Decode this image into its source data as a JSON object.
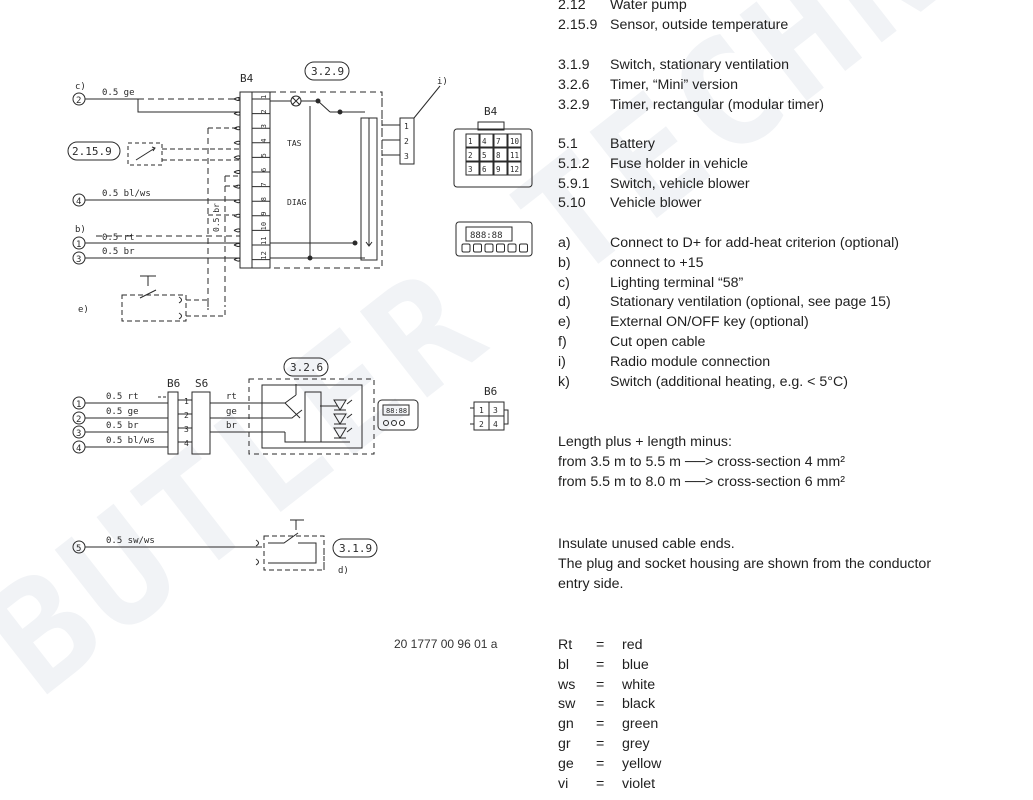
{
  "watermark": "BUTLER TECHNIK",
  "components": {
    "connector_b4_label": "B4",
    "connector_b4_right_label": "B4",
    "connector_b6_label": "B6",
    "connector_s6_label": "S6",
    "connector_b6_right_label": "B6",
    "ref_329": "3.2.9",
    "ref_326": "3.2.6",
    "ref_319": "3.1.9",
    "ref_2159": "2.15.9",
    "tas": "TAS",
    "diag": "DIAG",
    "wire_05_br_vertical": "0.5 br"
  },
  "wires_top": [
    {
      "num": "2",
      "letter": "c)",
      "label": "0.5 ge"
    },
    {
      "num": "4",
      "letter": "",
      "label": "0.5 bl/ws"
    },
    {
      "num": "1",
      "letter": "b)",
      "label": "0.5 rt"
    },
    {
      "num": "3",
      "letter": "",
      "label": "0.5 br"
    }
  ],
  "wires_mid": [
    {
      "num": "1",
      "label": "0.5 rt",
      "pin": "1",
      "color": "rt"
    },
    {
      "num": "2",
      "label": "0.5 ge",
      "pin": "2",
      "color": "ge"
    },
    {
      "num": "3",
      "label": "0.5 br",
      "pin": "3",
      "color": "br"
    },
    {
      "num": "4",
      "label": "0.5 bl/ws",
      "pin": "4",
      "color": ""
    }
  ],
  "wire_bottom": {
    "num": "5",
    "label": "0.5 sw/ws",
    "letter": "d)"
  },
  "letters": {
    "e": "e)",
    "i": "i)"
  },
  "b4_pins": [
    "1",
    "2",
    "3",
    "4",
    "5",
    "6",
    "7",
    "8",
    "9",
    "10",
    "11",
    "12"
  ],
  "b4_grid": [
    [
      "1",
      "4",
      "7",
      "10"
    ],
    [
      "2",
      "5",
      "8",
      "11"
    ],
    [
      "3",
      "6",
      "9",
      "12"
    ]
  ],
  "b6_grid": [
    [
      "1",
      "3"
    ],
    [
      "2",
      "4"
    ]
  ],
  "radio_pins": [
    "1",
    "2",
    "3"
  ],
  "mini_timer_display": "88:88",
  "rect_timer_display": "888:88",
  "document_number": "20 1777 00 96 01 a",
  "legend_top": [
    {
      "code": "2.12",
      "text": "Water pump"
    },
    {
      "code": "2.15.9",
      "text": "Sensor, outside temperature"
    }
  ],
  "legend_3": [
    {
      "code": "3.1.9",
      "text": "Switch, stationary ventilation"
    },
    {
      "code": "3.2.6",
      "text": "Timer, “Mini” version"
    },
    {
      "code": "3.2.9",
      "text": "Timer, rectangular (modular timer)"
    }
  ],
  "legend_5": [
    {
      "code": "5.1",
      "text": "Battery"
    },
    {
      "code": "5.1.2",
      "text": "Fuse holder in vehicle"
    },
    {
      "code": "5.9.1",
      "text": "Switch, vehicle blower"
    },
    {
      "code": "5.10",
      "text": "Vehicle blower"
    }
  ],
  "notes": [
    {
      "code": "a)",
      "text": "Connect to D+ for add-heat criterion (optional)"
    },
    {
      "code": "b)",
      "text": "connect to +15"
    },
    {
      "code": "c)",
      "text": "Lighting terminal “58”"
    },
    {
      "code": "d)",
      "text": "Stationary ventilation (optional, see page 15)"
    },
    {
      "code": "e)",
      "text": "External ON/OFF key (optional)"
    },
    {
      "code": "f)",
      "text": "Cut open cable"
    },
    {
      "code": "i)",
      "text": "Radio module connection"
    },
    {
      "code": "k)",
      "text": "Switch (additional heating, e.g. < 5°C)"
    }
  ],
  "length_note": {
    "line1": "Length plus + length minus:",
    "line2": "from 3.5 m to 5.5 m ──> cross-section 4 mm²",
    "line3": "from 5.5 m to 8.0 m ──> cross-section 6 mm²"
  },
  "insulate_note": {
    "line1": "Insulate unused cable ends.",
    "line2": "The plug and socket housing are shown from the conductor",
    "line3": "entry side."
  },
  "color_key": [
    {
      "abbr": "Rt",
      "name": "red"
    },
    {
      "abbr": "bl",
      "name": "blue"
    },
    {
      "abbr": "ws",
      "name": "white"
    },
    {
      "abbr": "sw",
      "name": "black"
    },
    {
      "abbr": "gn",
      "name": "green"
    },
    {
      "abbr": "gr",
      "name": "grey"
    },
    {
      "abbr": "ge",
      "name": "yellow"
    },
    {
      "abbr": "vi",
      "name": "violet"
    }
  ],
  "equals": "="
}
